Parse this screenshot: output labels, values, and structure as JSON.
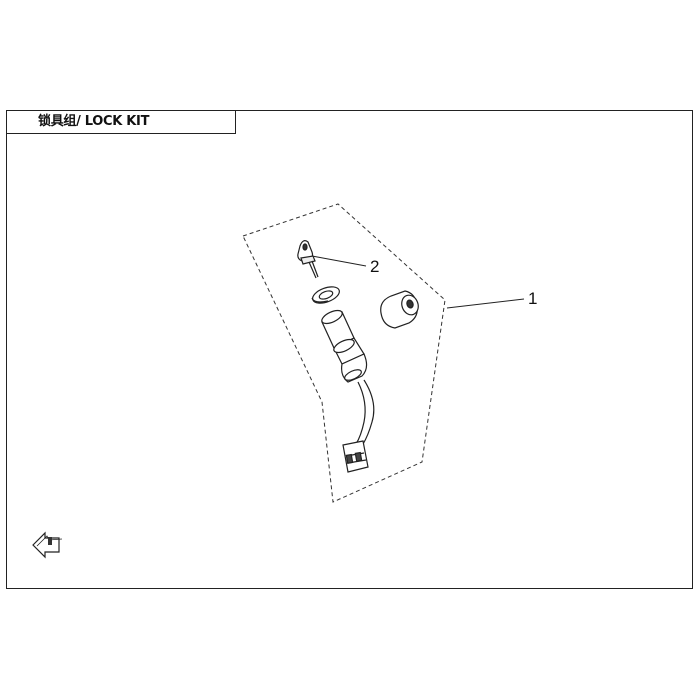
{
  "diagram": {
    "title": "锁具组/ LOCK KIT",
    "callouts": [
      {
        "id": "callout-1",
        "label": "1"
      },
      {
        "id": "callout-2",
        "label": "2"
      }
    ]
  }
}
